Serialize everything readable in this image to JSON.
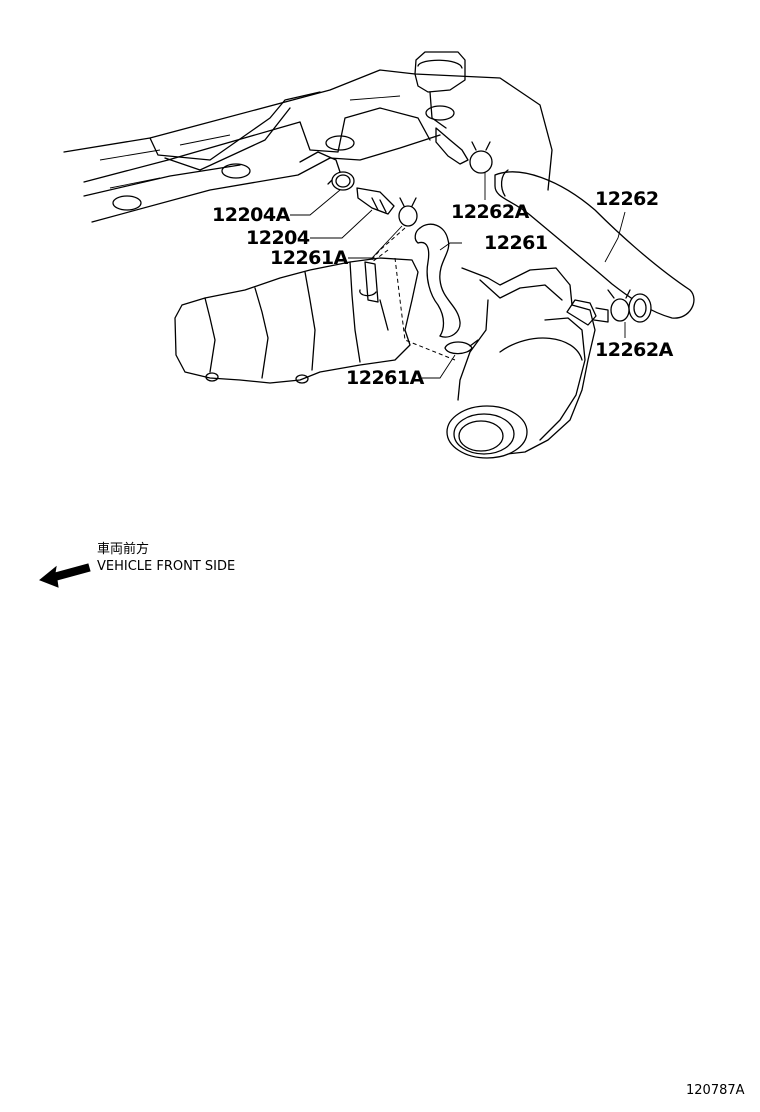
{
  "callouts": [
    {
      "id": "c-12204a",
      "text": "12204A"
    },
    {
      "id": "c-12204",
      "text": "12204"
    },
    {
      "id": "c-12261a-top",
      "text": "12261A"
    },
    {
      "id": "c-12261",
      "text": "12261"
    },
    {
      "id": "c-12262a-top",
      "text": "12262A"
    },
    {
      "id": "c-12262",
      "text": "12262"
    },
    {
      "id": "c-12262a-right",
      "text": "12262A"
    },
    {
      "id": "c-12261a-bottom",
      "text": "12261A"
    }
  ],
  "direction_note": {
    "japanese": "車両前方",
    "english": "VEHICLE FRONT SIDE",
    "arrow_icon": "left-arrow-icon"
  },
  "diagram_code": "120787A"
}
